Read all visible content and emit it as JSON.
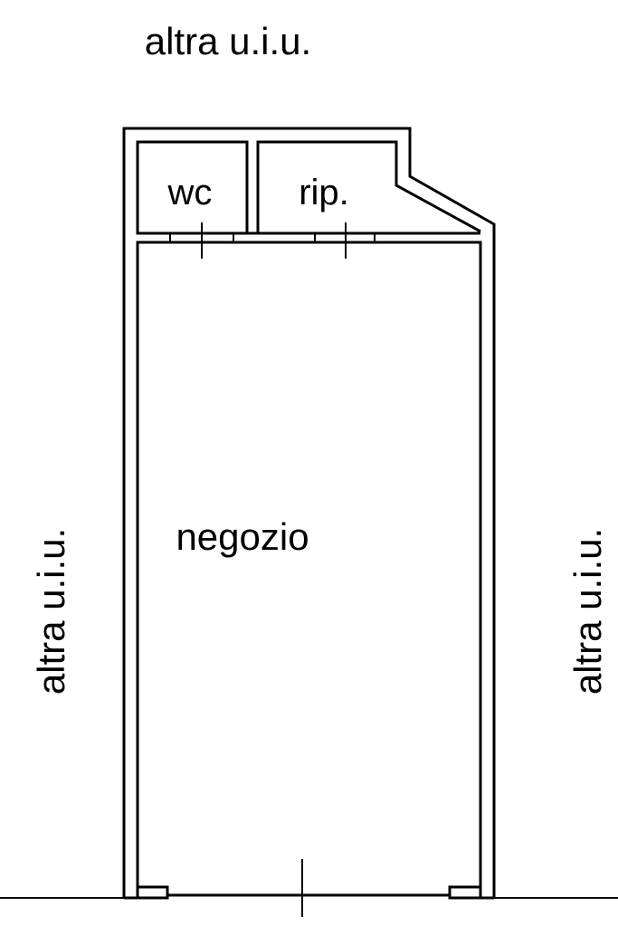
{
  "labels": {
    "top_neighbor": "altra u.i.u.",
    "left_neighbor": "altra u.i.u.",
    "right_neighbor": "altra u.i.u.",
    "wc": "wc",
    "storage": "rip.",
    "shop": "negozio"
  },
  "colors": {
    "line": "#000000",
    "background": "#ffffff"
  }
}
